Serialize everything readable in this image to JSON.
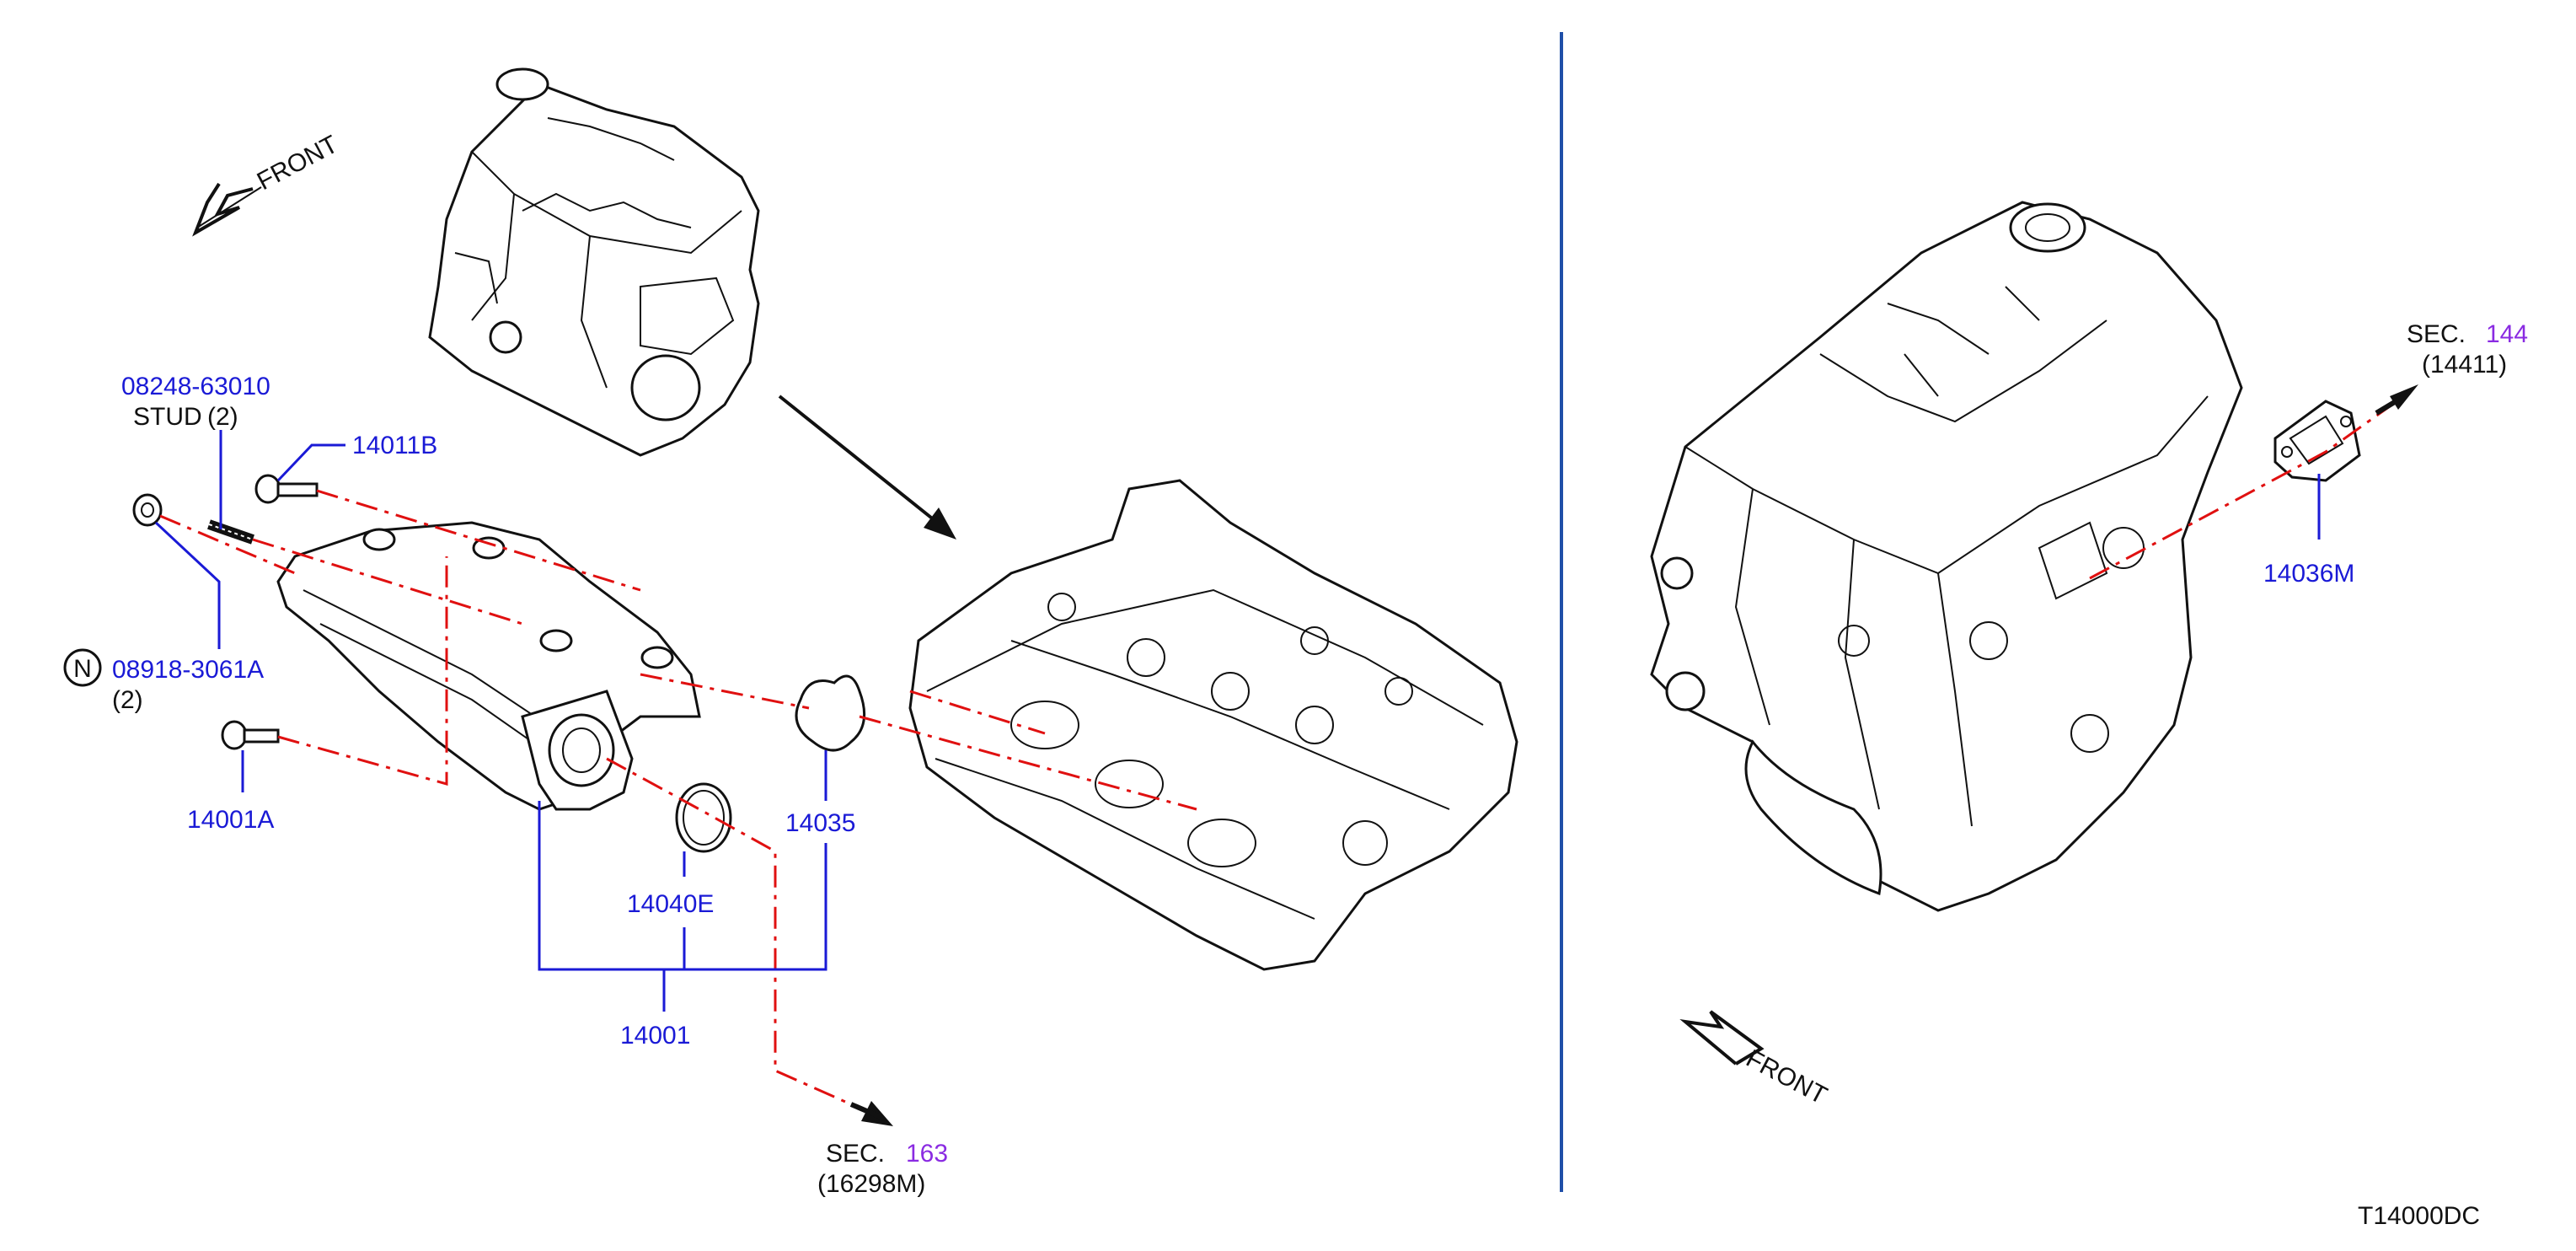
{
  "diagram_id": "T14000DC",
  "front_label": "FRONT",
  "parts": {
    "p08248": {
      "number": "08248-63010",
      "desc": "STUD",
      "qty": "(2)"
    },
    "p14011B": {
      "number": "14011B"
    },
    "p08918": {
      "badge": "N",
      "number": "08918-3061A",
      "qty": "(2)"
    },
    "p14001A": {
      "number": "14001A"
    },
    "p14040E": {
      "number": "14040E"
    },
    "p14035": {
      "number": "14035"
    },
    "p14001": {
      "number": "14001"
    },
    "p14036M": {
      "number": "14036M"
    }
  },
  "sections": {
    "sec163": {
      "prefix": "SEC.",
      "number": "163",
      "ref": "(16298M)"
    },
    "sec144": {
      "prefix": "SEC.",
      "number": "144",
      "ref": "(14411)"
    }
  },
  "colors": {
    "part_number": "#1a1ad6",
    "section_number": "#8a2be2",
    "leader": "#1a1ad6",
    "divider": "#1f4fa8",
    "phantom_line": "#e01010",
    "drawing": "#111111"
  }
}
